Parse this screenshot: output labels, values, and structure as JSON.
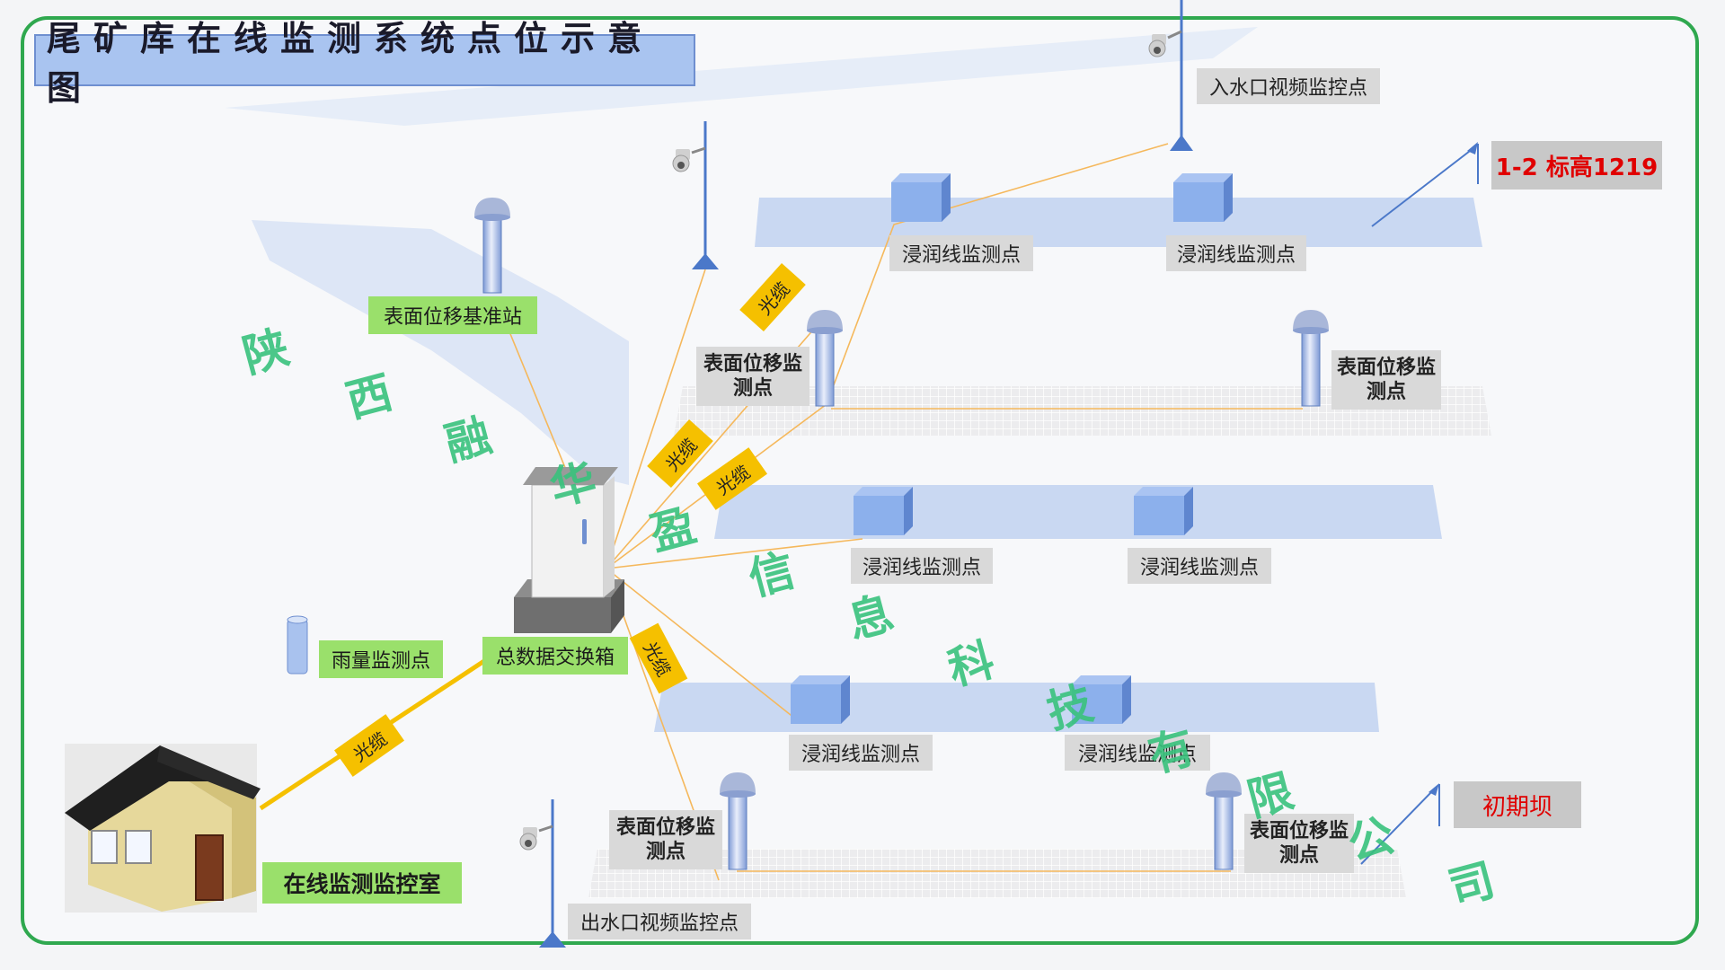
{
  "title": "尾矿库在线监测系统点位示意图",
  "labels": {
    "water_inlet_video": "入水口视频监控点",
    "level_1_2": "1-2 标高1219",
    "seepage": "浸润线监测点",
    "surface_base": "表面位移基准站",
    "surface_point": "表面位移监测点",
    "data_box": "总数据交换箱",
    "rain": "雨量监测点",
    "control_room": "在线监测监控室",
    "initial_dam": "初期坝",
    "water_outlet_video": "出水口视频监控点",
    "cable": "光缆"
  },
  "watermark": [
    "陕",
    "西",
    "融",
    "华",
    "盈",
    "信",
    "息",
    "科",
    "技",
    "有",
    "限",
    "公",
    "司"
  ],
  "colors": {
    "frame_green": "#2fa84f",
    "bench_blue": "#c9d8f2",
    "cable_orange": "#f5b85c",
    "cable_tag_yellow": "#f5c000",
    "label_gray": "#d9d9d9",
    "label_green": "#9ae06b",
    "alert_red": "#e00000"
  },
  "icons": [
    "camera-icon",
    "gnss-pillar-icon",
    "piezometer-cube-icon",
    "rain-gauge-icon",
    "cabinet-icon",
    "house-icon",
    "pole-icon",
    "flag-pole-icon"
  ]
}
